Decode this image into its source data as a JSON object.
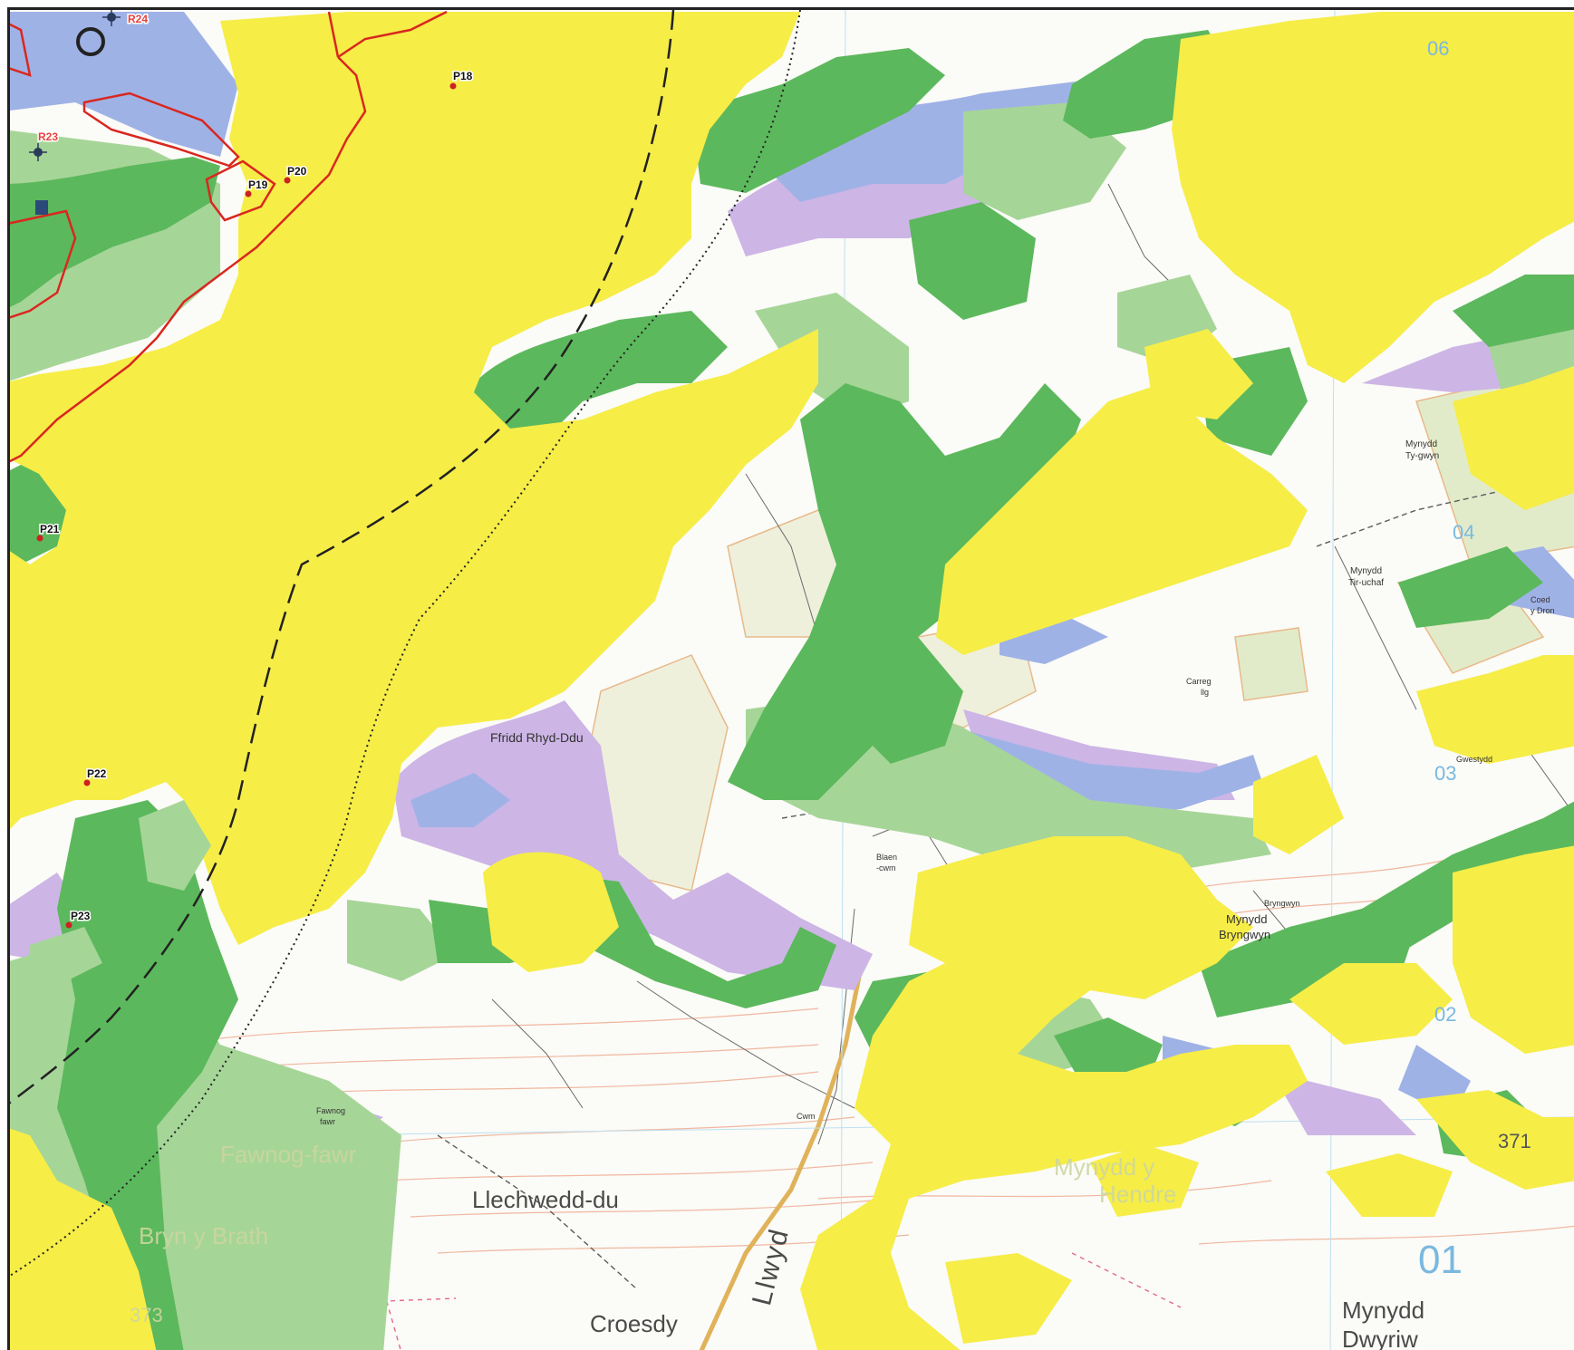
{
  "viewpoints": [
    {
      "id": "p18",
      "label": "P18"
    },
    {
      "id": "p19",
      "label": "P19"
    },
    {
      "id": "p20",
      "label": "P20"
    },
    {
      "id": "p21",
      "label": "P21"
    },
    {
      "id": "p22",
      "label": "P22"
    },
    {
      "id": "p23",
      "label": "P23"
    }
  ],
  "receptors": [
    {
      "id": "r23",
      "label": "R23"
    },
    {
      "id": "r24",
      "label": "R24"
    }
  ],
  "place_names": {
    "ffridd": "Ffridd Rhyd-Ddu",
    "llechwedd": "Llechwedd-du",
    "croesdy": "Croesdy",
    "mynydd_dwyriw_1": "Mynydd",
    "mynydd_dwyriw_2": "Dwyriw",
    "mynydd_bryngwyn_1": "Mynydd",
    "mynydd_bryngwyn_2": "Bryngwyn",
    "bryngwyn": "Bryngwyn",
    "mynydd_tyr_gwyn_1": "Mynydd",
    "mynydd_tyr_gwyn_2": "Ty-gwyn",
    "mynydd_tyr_uchaf_1": "Mynydd",
    "mynydd_tyr_uchaf_2": "Tir-uchaf",
    "carreg_1": "Carreg",
    "carreg_2": "llg",
    "blaen_1": "Blaen",
    "blaen_2": "-cwm",
    "cwm": "Cwm",
    "fawnog_1": "Fawnog",
    "fawnog_2": "fawr",
    "fawnog_large": "Fawnog-fawr",
    "bryn_y_brath": "Bryn y Brath",
    "mynydd_hendre_1": "Mynydd y",
    "mynydd_hendre_2": "Hendre",
    "gwestydd": "Gwestydd",
    "llwyd": "Llwyd",
    "coed_1": "Coed",
    "coed_2": "y Dron"
  },
  "grid_labels": {
    "g06": "06",
    "g04": "04",
    "g03": "03",
    "g02": "02",
    "g01": "01"
  },
  "spot_heights": {
    "h371": "371",
    "h373": "373"
  },
  "colors": {
    "zone_yellow": "#f6ed47",
    "zone_dark_green": "#5cb85c",
    "zone_light_green": "#a6d598",
    "zone_blue": "#9fb2e6",
    "zone_lilac": "#cdb5e6",
    "boundary_red": "#d9271f",
    "base_map": "#fbfbf7"
  }
}
